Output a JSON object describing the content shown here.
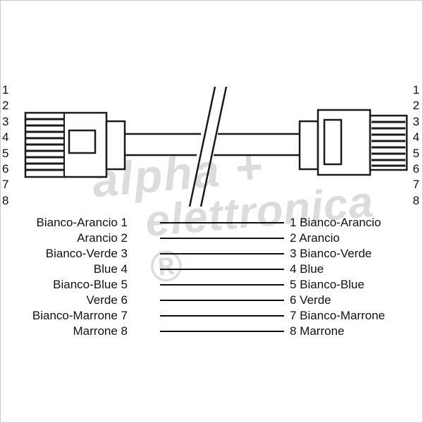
{
  "watermark": {
    "line1": "alpha +",
    "line2": "elettronica ®"
  },
  "colors": {
    "line": "#1a1a1a",
    "watermark": "#dcdcdc",
    "background": "#ffffff"
  },
  "pins_left": [
    "1",
    "2",
    "3",
    "4",
    "5",
    "6",
    "7",
    "8"
  ],
  "pins_right": [
    "1",
    "2",
    "3",
    "4",
    "5",
    "6",
    "7",
    "8"
  ],
  "wiring": {
    "rows": [
      {
        "left": "Bianco-Arancio 1",
        "right": "1 Bianco-Arancio"
      },
      {
        "left": "Arancio 2",
        "right": "2 Arancio"
      },
      {
        "left": "Bianco-Verde 3",
        "right": "3 Bianco-Verde"
      },
      {
        "left": "Blue 4",
        "right": "4 Blue"
      },
      {
        "left": "Bianco-Blue 5",
        "right": "5 Bianco-Blue"
      },
      {
        "left": "Verde 6",
        "right": "6 Verde"
      },
      {
        "left": "Bianco-Marrone 7",
        "right": "7 Bianco-Marrone"
      },
      {
        "left": "Marrone 8",
        "right": "8 Marrone"
      }
    ]
  }
}
